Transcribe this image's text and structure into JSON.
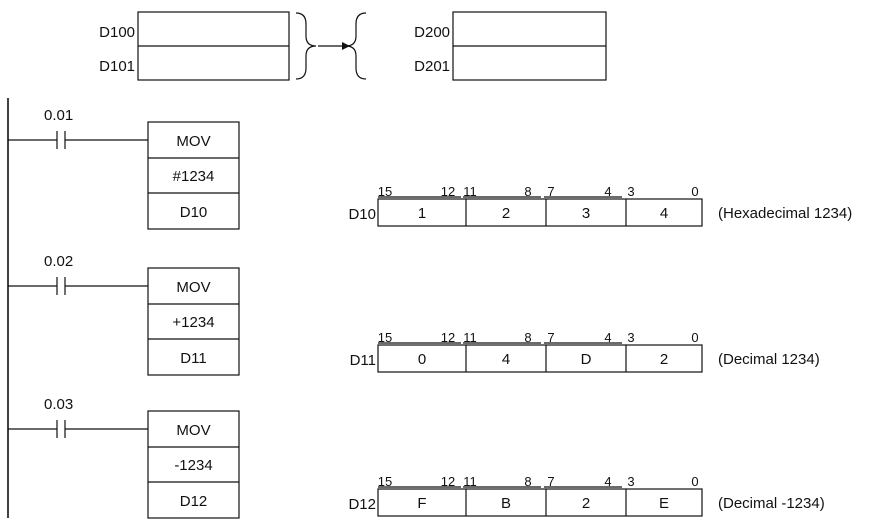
{
  "header": {
    "source": [
      "D100",
      "D101"
    ],
    "dest": [
      "D200",
      "D201"
    ]
  },
  "rungs": [
    {
      "contact": "0.01",
      "instr": "MOV",
      "operand": "#1234",
      "dest": "D10",
      "register": "D10",
      "nibbles": [
        "1",
        "2",
        "3",
        "4"
      ],
      "note": "(Hexadecimal 1234)"
    },
    {
      "contact": "0.02",
      "instr": "MOV",
      "operand": "+1234",
      "dest": "D11",
      "register": "D11",
      "nibbles": [
        "0",
        "4",
        "D",
        "2"
      ],
      "note": "(Decimal 1234)"
    },
    {
      "contact": "0.03",
      "instr": "MOV",
      "operand": "-1234",
      "dest": "D12",
      "register": "D12",
      "nibbles": [
        "F",
        "B",
        "2",
        "E"
      ],
      "note": "(Decimal -1234)"
    }
  ],
  "bit_labels": [
    "15",
    "12",
    "11",
    "8",
    "7",
    "4",
    "3",
    "0"
  ]
}
